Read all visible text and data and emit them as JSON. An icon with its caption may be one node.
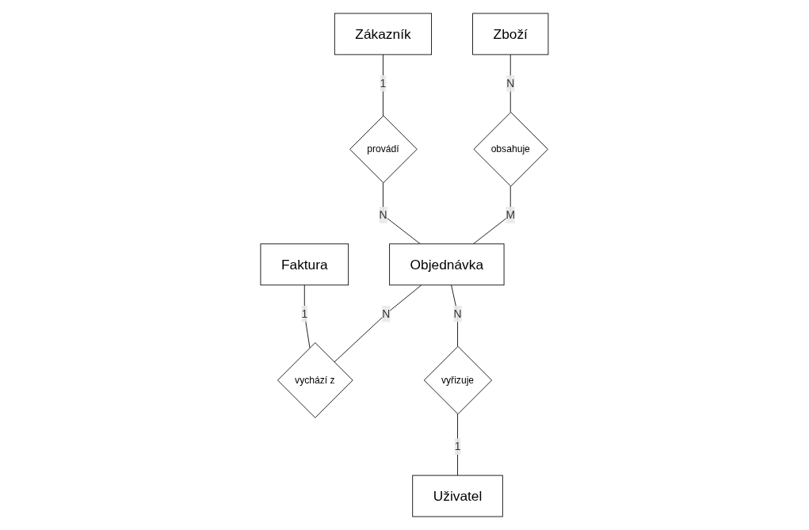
{
  "diagram": {
    "nodes": [
      {
        "text": [
          "Zákazník"
        ]
      },
      {
        "text": [
          "Zboží"
        ]
      },
      {
        "text": [
          "obsahuje"
        ]
      },
      {
        "text": [
          "provádí"
        ]
      },
      {
        "text": [
          "Objednávka"
        ]
      },
      {
        "text": [
          "Faktura"
        ]
      },
      {
        "text": [
          "vychází z"
        ]
      },
      {
        "text": [
          "vyřizuje"
        ]
      },
      {
        "text": [
          "Uživatel"
        ]
      }
    ],
    "edges": [
      {
        "from": 0,
        "to": 3,
        "arrow": "none",
        "label": "1"
      },
      {
        "from": 1,
        "to": 2,
        "arrow": "none",
        "label": "N"
      },
      {
        "from": 2,
        "to": 4,
        "arrow": "none",
        "label": "M"
      },
      {
        "from": 3,
        "to": 4,
        "arrow": "none",
        "label": "N"
      },
      {
        "from": 4,
        "to": 6,
        "arrow": "none",
        "label": "N"
      },
      {
        "from": 4,
        "to": 7,
        "arrow": "none",
        "label": "N"
      },
      {
        "from": 5,
        "to": 6,
        "arrow": "none",
        "label": "1"
      },
      {
        "from": 7,
        "to": 8,
        "arrow": "none",
        "label": "1"
      }
    ]
  }
}
